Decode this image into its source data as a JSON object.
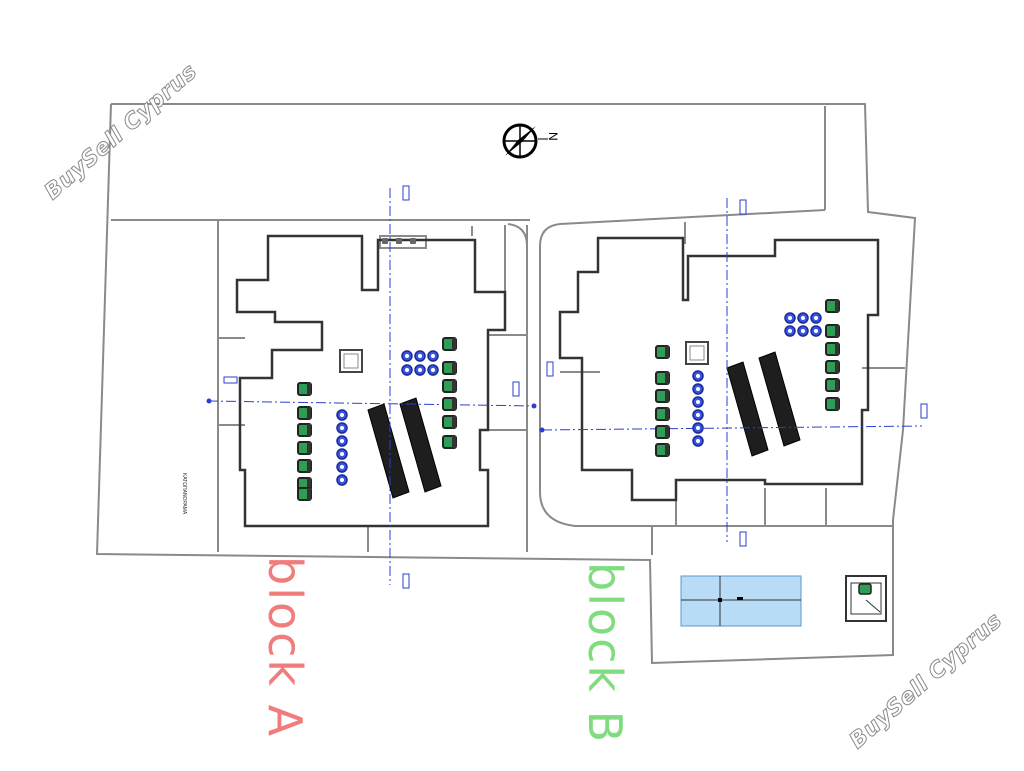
{
  "watermark": {
    "text": "BuySell Cyprus"
  },
  "blocks": [
    {
      "label": "block A",
      "color": "#f07c7c"
    },
    {
      "label": "block B",
      "color": "#7fdc7f"
    }
  ],
  "compass": {
    "north_label": "N"
  },
  "street_label": "ΚΑΤΩΠΑΝΟΡΑΜΑ",
  "colors": {
    "walls": "#333333",
    "site_outline": "#8a8a8a",
    "section_line": "#2a3fd0",
    "pool_fill": "#b8dcf5",
    "pool_edge": "#5a9ad0",
    "solar_panel": "#2a2a2a",
    "furniture_green": "#2e9e55"
  }
}
